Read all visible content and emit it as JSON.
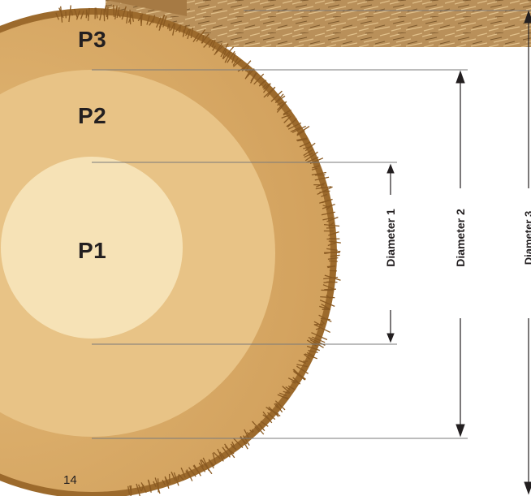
{
  "zones": [
    {
      "id": "p1",
      "label": "P1"
    },
    {
      "id": "p2",
      "label": "P2"
    },
    {
      "id": "p3",
      "label": "P3"
    }
  ],
  "dimensions": [
    {
      "id": "diameter-1",
      "label": "Diameter 1"
    },
    {
      "id": "diameter-2",
      "label": "Diameter 2"
    },
    {
      "id": "diameter-3",
      "label": "Diameter 3"
    }
  ],
  "page_number": "14",
  "colors": {
    "hay_outer": "#d9ad68",
    "hay_middle": "#ecc98c",
    "hay_inner": "#f6e2b6",
    "hay_edge": "#8a5a22",
    "bale_top": "#b9905a",
    "line": "#231f20",
    "guide_line": "#7a7a7a"
  }
}
